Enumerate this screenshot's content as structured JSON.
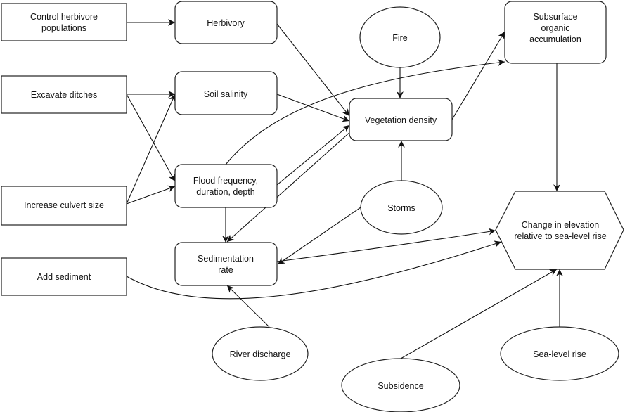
{
  "nodes": {
    "control_herbivore": [
      "Control herbivore",
      "populations"
    ],
    "excavate_ditches": [
      "Excavate ditches"
    ],
    "increase_culvert": [
      "Increase culvert size"
    ],
    "add_sediment": [
      "Add sediment"
    ],
    "herbivory": [
      "Herbivory"
    ],
    "soil_salinity": [
      "Soil salinity"
    ],
    "flood": [
      "Flood frequency,",
      "duration, depth"
    ],
    "sedimentation": [
      "Sedimentation",
      "rate"
    ],
    "fire": [
      "Fire"
    ],
    "vegetation": [
      "Vegetation density"
    ],
    "storms": [
      "Storms"
    ],
    "river": [
      "River discharge"
    ],
    "subsidence": [
      "Subsidence"
    ],
    "sea_level": [
      "Sea-level rise"
    ],
    "subsurface": [
      "Subsurface",
      "organic",
      "accumulation"
    ],
    "elevation": [
      "Change in elevation",
      "relative to sea-level rise"
    ]
  }
}
